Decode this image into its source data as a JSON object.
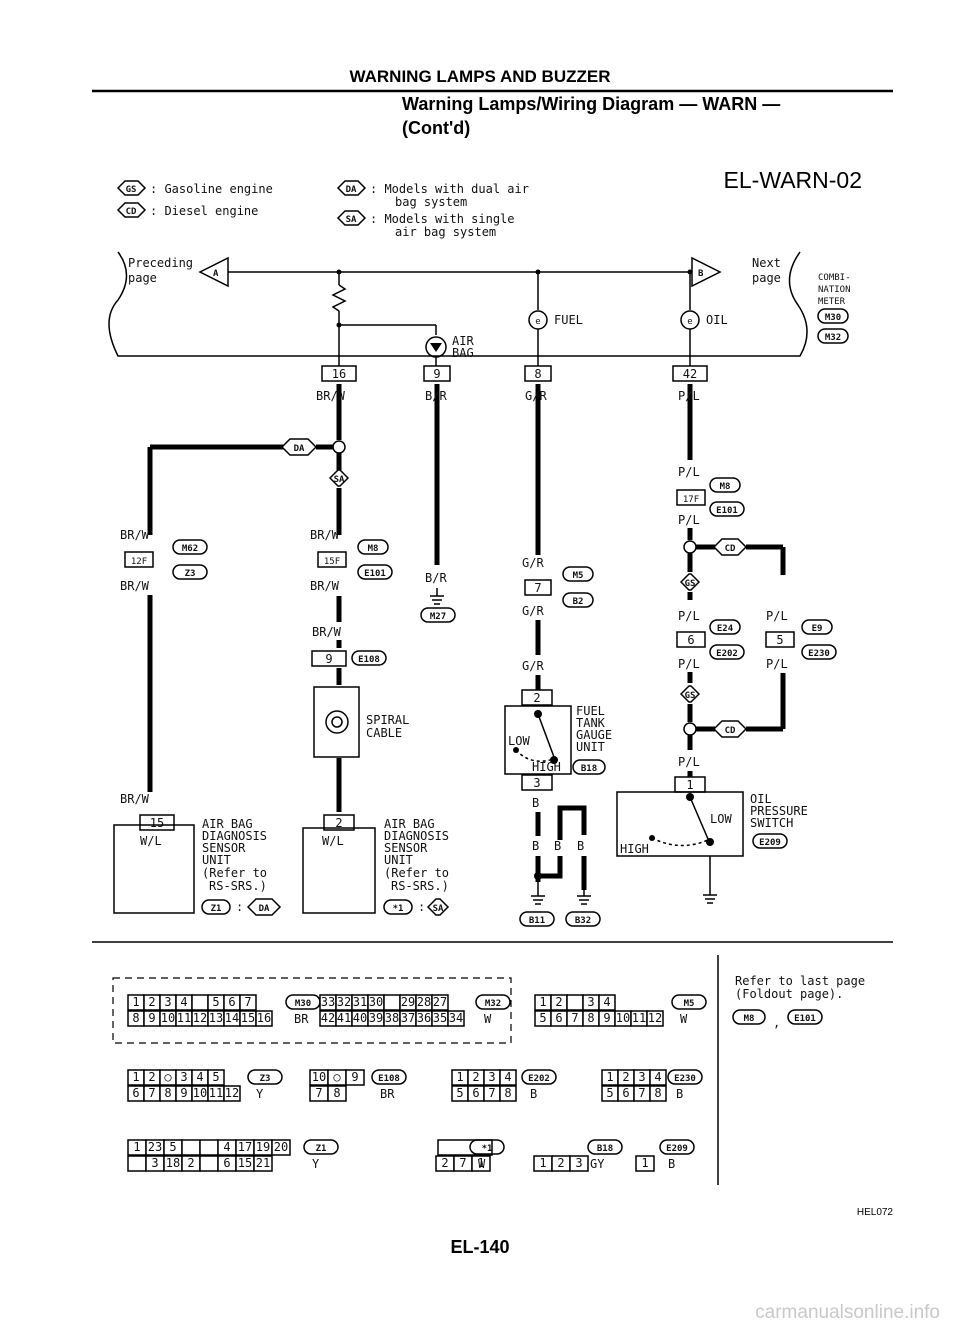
{
  "header": {
    "section_title": "WARNING LAMPS AND BUZZER",
    "subtitle_line1": "Warning Lamps/Wiring Diagram — WARN —",
    "subtitle_line2": "(Cont'd)",
    "diagram_code": "EL-WARN-02"
  },
  "legend": [
    {
      "code": "GS",
      "text": ": Gasoline engine"
    },
    {
      "code": "CD",
      "text": ": Diesel engine"
    },
    {
      "code": "DA",
      "text": ": Models with dual air",
      "text2": "bag system"
    },
    {
      "code": "SA",
      "text": ": Models with single",
      "text2": "air bag system"
    }
  ],
  "meter": {
    "preceding_l1": "Preceding",
    "preceding_l2": "page",
    "conn_a": "A",
    "next_l1": "Next",
    "next_l2": "page",
    "conn_b": "B",
    "name_l1": "COMBI-",
    "name_l2": "NATION",
    "name_l3": "METER",
    "c1": "M30",
    "c2": "M32",
    "lamp_airbag_1": "AIR",
    "lamp_airbag_2": "BAG",
    "lamp_fuel": "FUEL",
    "lamp_oil": "OIL",
    "lamp_sym": "e"
  },
  "pins": {
    "p16": "16",
    "p9": "9",
    "p8": "8",
    "p42": "42"
  },
  "wires": {
    "brw": "BR/W",
    "br": "B/R",
    "gr": "G/R",
    "pl": "P/L",
    "wl": "W/L",
    "b": "B"
  },
  "connectors": {
    "j12f": "12F",
    "m62": "M62",
    "z3": "Z3",
    "j15f": "15F",
    "m8": "M8",
    "e101": "E101",
    "m27": "M27",
    "j9": "9",
    "e108": "E108",
    "j7": "7",
    "m5": "M5",
    "b2": "B2",
    "j17f": "17F",
    "j6": "6",
    "e24": "E24",
    "e202": "E202",
    "j5": "5",
    "e9": "E9",
    "e230": "E230",
    "j15": "15",
    "j2": "2",
    "j3": "3",
    "j1": "1",
    "b11": "B11",
    "b32": "B32",
    "b18": "B18",
    "e209": "E209",
    "z1": "Z1",
    "x1": "*1",
    "da": "DA",
    "sa": "SA",
    "gs": "GS",
    "cd": "CD",
    "colon": ":"
  },
  "components": {
    "spiral_l1": "SPIRAL",
    "spiral_l2": "CABLE",
    "asu_l1": "AIR BAG",
    "asu_l2": "DIAGNOSIS",
    "asu_l3": "SENSOR",
    "asu_l4": "UNIT",
    "asu_l5": "(Refer to",
    "asu_l6": "RS-SRS.)",
    "fuel_l1": "FUEL",
    "fuel_l2": "TANK",
    "fuel_l3": "GAUGE",
    "fuel_l4": "UNIT",
    "low": "LOW",
    "high": "HIGH",
    "oil_l1": "OIL",
    "oil_l2": "PRESSURE",
    "oil_l3": "SWITCH"
  },
  "connector_views": {
    "m30_top": [
      "1",
      "2",
      "3",
      "4",
      "",
      "5",
      "6",
      "7"
    ],
    "m30_bot": [
      "8",
      "9",
      "10",
      "11",
      "12",
      "13",
      "14",
      "15",
      "16"
    ],
    "m30_label": "M30",
    "m30_color": "BR",
    "m32_top": [
      "33",
      "32",
      "31",
      "30",
      "",
      "29",
      "28",
      "27"
    ],
    "m32_bot": [
      "42",
      "41",
      "40",
      "39",
      "38",
      "37",
      "36",
      "35",
      "34"
    ],
    "m32_label": "M32",
    "m32_color": "W",
    "m5_top": [
      "1",
      "2",
      "",
      "3",
      "4"
    ],
    "m5_bot": [
      "5",
      "6",
      "7",
      "8",
      "9",
      "10",
      "11",
      "12"
    ],
    "m5_label": "M5",
    "m5_color": "W",
    "refer_l1": "Refer to last page",
    "refer_l2": "(Foldout page).",
    "refer_c1": "M8",
    "refer_c2": "E101",
    "refer_sep": ",",
    "z3_top": [
      "1",
      "2",
      "○",
      "3",
      "4",
      "5"
    ],
    "z3_bot": [
      "6",
      "7",
      "8",
      "9",
      "10",
      "11",
      "12"
    ],
    "z3_label": "Z3",
    "z3_color": "Y",
    "e108_top": [
      "10",
      "○",
      "9"
    ],
    "e108_bot": [
      "7",
      "8"
    ],
    "e108_label": "E108",
    "e108_color": "BR",
    "e202_top": [
      "1",
      "2",
      "3",
      "4"
    ],
    "e202_bot": [
      "5",
      "6",
      "7",
      "8"
    ],
    "e202_label": "E202",
    "e202_color": "B",
    "e230_top": [
      "1",
      "2",
      "3",
      "4"
    ],
    "e230_bot": [
      "5",
      "6",
      "7",
      "8"
    ],
    "e230_label": "E230",
    "e230_color": "B",
    "z1_top": [
      "1",
      "23",
      "5",
      "",
      "",
      "4",
      "17",
      "19",
      "20"
    ],
    "z1_bot": [
      "",
      "3",
      "18",
      "2",
      "",
      "6",
      "15",
      "21"
    ],
    "z1_label": "Z1",
    "z1_color": "Y",
    "x1_bot": [
      "2",
      "7",
      "1"
    ],
    "x1_label": "*1",
    "x1_color": "W",
    "b18_cells": [
      "1",
      "2",
      "3"
    ],
    "b18_label": "B18",
    "b18_color": "GY",
    "e209_cells": [
      "1"
    ],
    "e209_label": "E209",
    "e209_color": "B"
  },
  "footer": {
    "page": "EL-140",
    "code": "HEL072",
    "watermark": "carmanualsonline.info"
  }
}
